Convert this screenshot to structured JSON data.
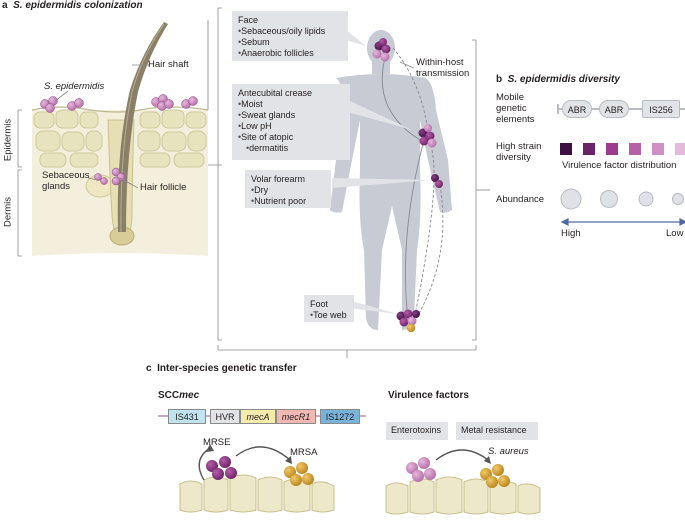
{
  "panel_a": {
    "label": "a",
    "title": "S. epidermidis colonization",
    "layers": {
      "epidermis": "Epidermis",
      "dermis": "Dermis"
    },
    "labels": {
      "hair_shaft": "Hair shaft",
      "s_epidermidis": "S. epidermidis",
      "sebaceous_glands": "Sebaceous\nglands",
      "hair_follicle": "Hair follicle"
    },
    "sites": {
      "face": {
        "title": "Face",
        "items": [
          "Sebaceous/oily lipids",
          "Sebum",
          "Anaerobic follicles"
        ]
      },
      "antecubital": {
        "title": "Antecubital crease",
        "items": [
          "Moist",
          "Sweat glands",
          "Low pH",
          "Site of atopic",
          "dermatitis"
        ]
      },
      "volar": {
        "title": "Volar forearm",
        "items": [
          "Dry",
          "Nutrient poor"
        ]
      },
      "foot": {
        "title": "Foot",
        "items": [
          "Toe web"
        ]
      }
    },
    "within_host": "Within-host\ntransmission"
  },
  "panel_b": {
    "label": "b",
    "title": "S. epidermidis diversity",
    "rows": {
      "mobile": "Mobile\ngenetic\nelements",
      "strain": "High strain\ndiversity",
      "abundance": "Abundance"
    },
    "elements": [
      "ABR",
      "ABR",
      "IS256"
    ],
    "virulence_caption": "Virulence factor distribution",
    "scale": {
      "high": "High",
      "low": "Low"
    },
    "colors": {
      "dark": "#4a1850",
      "mid": "#9b3c8e",
      "light": "#d9a6d0"
    }
  },
  "panel_c": {
    "label": "c",
    "title": "Inter-species genetic transfer",
    "scc_title_prefix": "SCC",
    "scc_title_suffix": "mec",
    "scc_segments": [
      "IS431",
      "HVR",
      "mecA",
      "mecR1",
      "IS1272"
    ],
    "mrse": "MRSE",
    "mrsa": "MRSA",
    "vf_title": "Virulence factors",
    "vf_labels": [
      "Enterotoxins",
      "Metal resistance"
    ],
    "s_aureus": "S. aureus"
  }
}
